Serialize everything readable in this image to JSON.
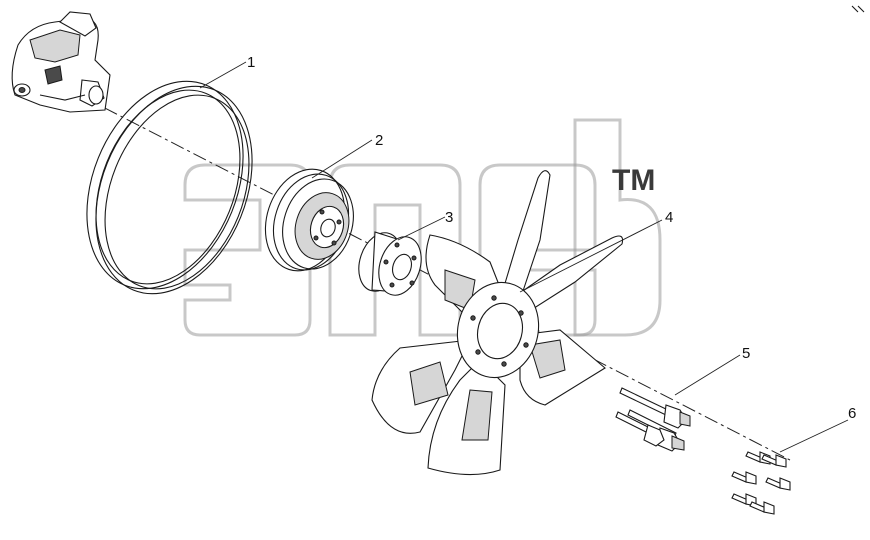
{
  "callouts": [
    {
      "id": "1",
      "label": "1"
    },
    {
      "id": "2",
      "label": "2"
    },
    {
      "id": "3",
      "label": "3"
    },
    {
      "id": "4",
      "label": "4"
    },
    {
      "id": "5",
      "label": "5"
    },
    {
      "id": "6",
      "label": "6"
    }
  ],
  "watermark": {
    "trademark": "TM"
  },
  "colors": {
    "line": "#1a1a1a",
    "watermark": "#9a9a9a",
    "background": "#ffffff"
  }
}
